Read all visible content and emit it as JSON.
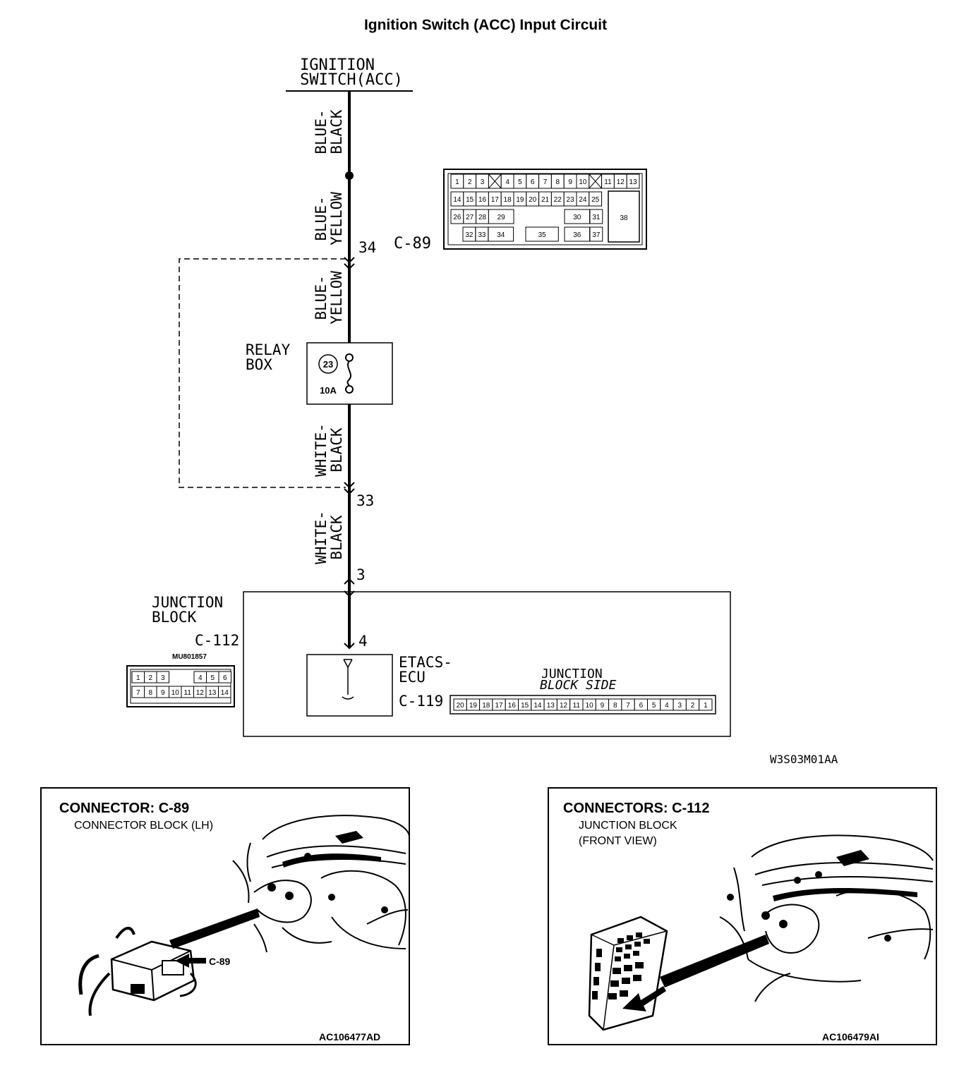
{
  "title": "Ignition Switch (ACC) Input Circuit",
  "ignition_switch": {
    "line1": "IGNITION",
    "line2": "SWITCH(ACC)"
  },
  "wires": {
    "w1": {
      "line1": "BLUE-",
      "line2": "BLACK"
    },
    "w2": {
      "line1": "BLUE-",
      "line2": "YELLOW"
    },
    "w3": {
      "line1": "BLUE-",
      "line2": "YELLOW"
    },
    "w4": {
      "line1": "WHITE-",
      "line2": "BLACK"
    },
    "w5": {
      "line1": "WHITE-",
      "line2": "BLACK"
    }
  },
  "terminals": {
    "t34": "34",
    "t33": "33",
    "t3": "3",
    "t4": "4"
  },
  "relay_box": {
    "line1": "RELAY",
    "line2": "BOX",
    "fuse_number": "23",
    "fuse_rating": "10A"
  },
  "c89": {
    "label": "C-89",
    "row1": [
      "1",
      "2",
      "3",
      "",
      "4",
      "5",
      "6",
      "7",
      "8",
      "9",
      "10",
      "",
      "11",
      "12",
      "13"
    ],
    "row2": [
      "14",
      "15",
      "16",
      "17",
      "18",
      "19",
      "20",
      "21",
      "22",
      "23",
      "24",
      "25"
    ],
    "row3": [
      "26",
      "27",
      "28",
      "29",
      "30",
      "31"
    ],
    "row4": [
      "32",
      "33",
      "34",
      "35",
      "36",
      "37"
    ],
    "big_pin": "38"
  },
  "junction_block": {
    "line1": "JUNCTION",
    "line2": "BLOCK",
    "connector": "C-112",
    "part_number": "MU801857"
  },
  "c112_pins": {
    "top": [
      "1",
      "2",
      "3",
      "4",
      "5",
      "6"
    ],
    "bottom": [
      "7",
      "8",
      "9",
      "10",
      "11",
      "12",
      "13",
      "14"
    ]
  },
  "etacs": {
    "line1": "ETACS-",
    "line2": "ECU",
    "connector": "C-119"
  },
  "jb_side": {
    "line1": "JUNCTION",
    "line2": "BLOCK SIDE",
    "pins": [
      "20",
      "19",
      "18",
      "17",
      "16",
      "15",
      "14",
      "13",
      "12",
      "11",
      "10",
      "9",
      "8",
      "7",
      "6",
      "5",
      "4",
      "3",
      "2",
      "1"
    ]
  },
  "diagram_code": "W3S03M01AA",
  "panel_left": {
    "title": "CONNECTOR: C-89",
    "subtitle": "CONNECTOR BLOCK (LH)",
    "callout": "C-89",
    "code": "AC106477AD"
  },
  "panel_right": {
    "title": "CONNECTORS: C-112",
    "subtitle1": "JUNCTION BLOCK",
    "subtitle2": "(FRONT VIEW)",
    "code": "AC106479AI"
  }
}
